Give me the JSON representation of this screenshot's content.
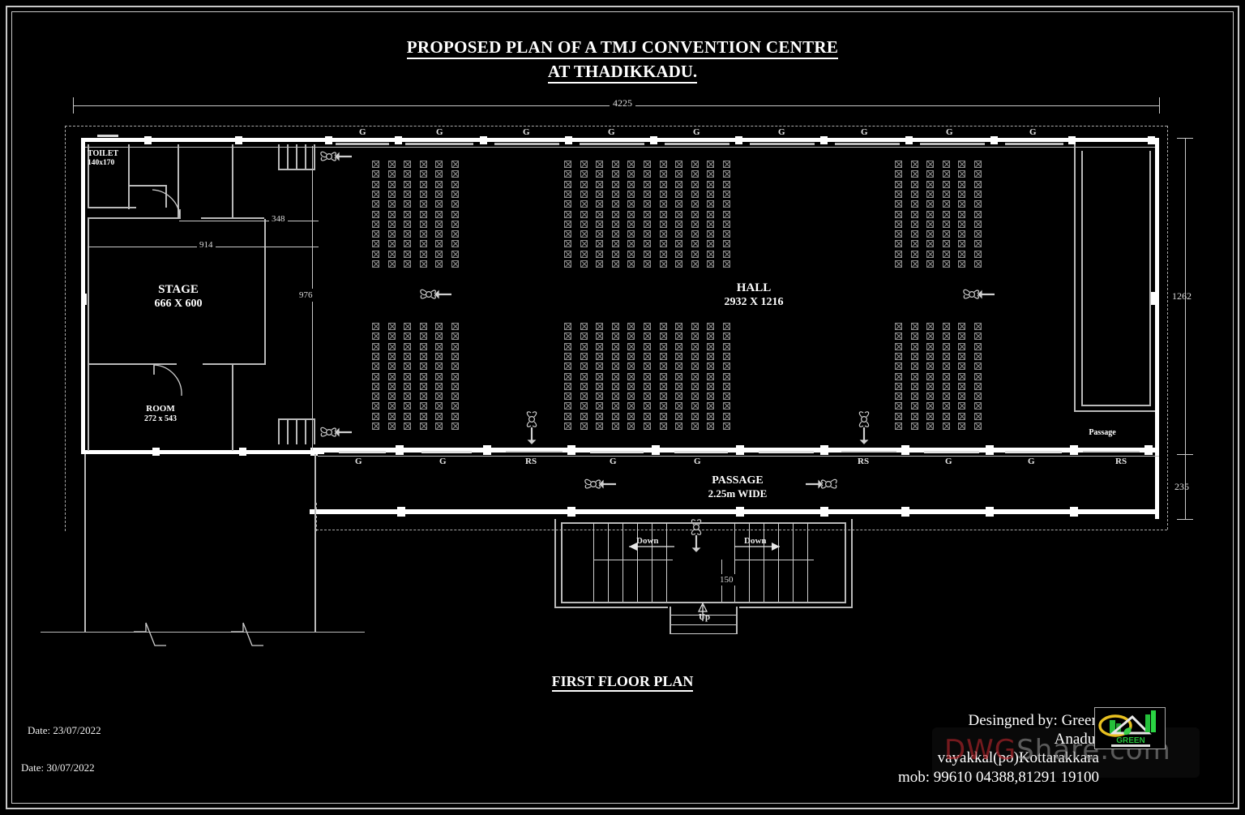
{
  "sheet": {
    "title_line1": "PROPOSED PLAN OF A TMJ CONVENTION CENTRE",
    "title_line2": "AT THADIKKADU.",
    "plan_caption": "FIRST FLOOR PLAN",
    "background_color": "#000000",
    "line_color": "#ffffff"
  },
  "rooms": {
    "toilet": {
      "name": "TOILET",
      "size": "140x170"
    },
    "stage": {
      "name": "STAGE",
      "size": "666 X 600"
    },
    "room": {
      "name": "ROOM",
      "size": "272 x 543"
    },
    "hall": {
      "name": "HALL",
      "size": "2932 X 1216"
    },
    "passage": {
      "name": "PASSAGE",
      "size": "2.25m WIDE"
    },
    "passage_side": {
      "name": "Passage"
    }
  },
  "dimensions": {
    "overall_width": "4225",
    "right_upper": "1262",
    "right_lower": "235",
    "stage_width": "914",
    "stage_height": "976",
    "top_offset": "348",
    "stair_landing": "150"
  },
  "stairs": {
    "down_left": "Down",
    "down_right": "Down",
    "up": "Up"
  },
  "openings": {
    "top_wall": [
      "G",
      "G",
      "G",
      "G",
      "G",
      "G",
      "G",
      "G"
    ],
    "bottom_wall": [
      "G",
      "G",
      "RS",
      "G",
      "G",
      "G",
      "RS"
    ]
  },
  "seating": {
    "upper_block": {
      "groups": [
        6,
        11,
        6
      ],
      "rows_per_column": 11
    },
    "lower_block": {
      "groups": [
        6,
        11,
        6
      ],
      "rows_per_column": 11
    }
  },
  "footer": {
    "date_1": "Date: 23/07/2022",
    "date_2": "Date: 30/07/2022",
    "designer_line1": "Desingned by: Green",
    "designer_line2": "Anadu,",
    "designer_line3": "vayakkal(po)Kottarakkara",
    "designer_line4": "mob: 99610 04388,81291 19100"
  },
  "logo": {
    "text": "GREEN",
    "ellipse_color": "#e8c020",
    "building_color": "#24c03a",
    "roof_color": "#e8e8e8",
    "leaf_color": "#3bd04a"
  },
  "watermark": {
    "part_red": "DWG",
    "part_grey": "Share.com"
  }
}
